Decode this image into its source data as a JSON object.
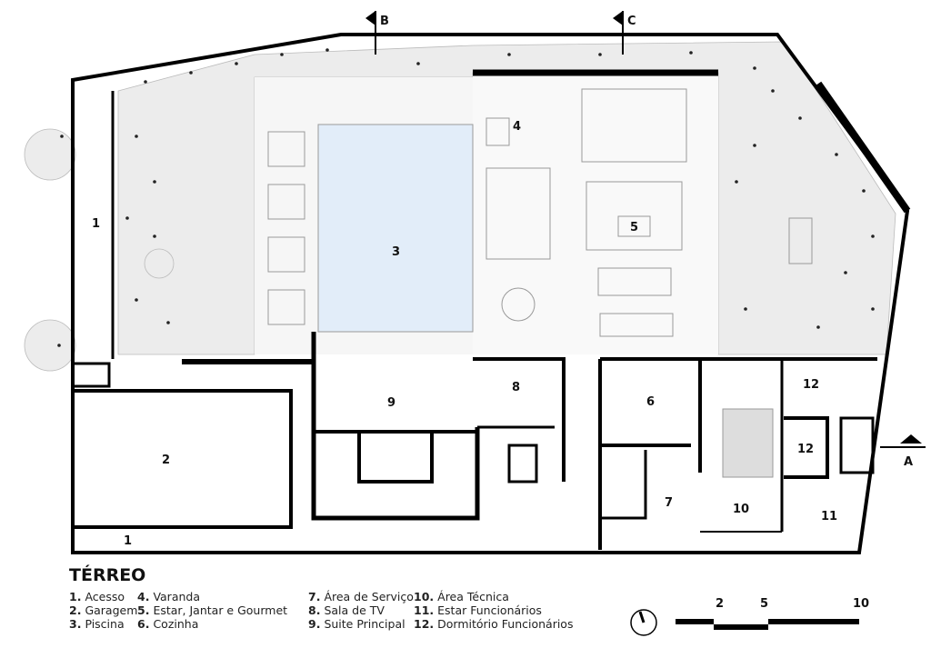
{
  "plan": {
    "title": "TÉRREO",
    "room_numbers": [
      "1",
      "2",
      "3",
      "4",
      "5",
      "6",
      "7",
      "8",
      "9",
      "10",
      "11",
      "12",
      "12",
      "1"
    ],
    "section_markers": [
      "B",
      "C",
      "A"
    ],
    "colors": {
      "pool": "#e2edf9",
      "vegetation": "#ececec",
      "wall": "#000000"
    }
  },
  "legend": [
    {
      "num": "1.",
      "label": "Acesso"
    },
    {
      "num": "2.",
      "label": "Garagem"
    },
    {
      "num": "3.",
      "label": "Piscina"
    },
    {
      "num": "4.",
      "label": "Varanda"
    },
    {
      "num": "5.",
      "label": "Estar, Jantar e Gourmet"
    },
    {
      "num": "6.",
      "label": "Cozinha"
    },
    {
      "num": "7.",
      "label": "Área de Serviço"
    },
    {
      "num": "8.",
      "label": "Sala de TV"
    },
    {
      "num": "9.",
      "label": "Suite Principal"
    },
    {
      "num": "10.",
      "label": "Área Técnica"
    },
    {
      "num": "11.",
      "label": "Estar Funcionários"
    },
    {
      "num": "12.",
      "label": "Dormitório Funcionários"
    }
  ],
  "scale": {
    "ticks": [
      "2",
      "5",
      "10"
    ]
  }
}
